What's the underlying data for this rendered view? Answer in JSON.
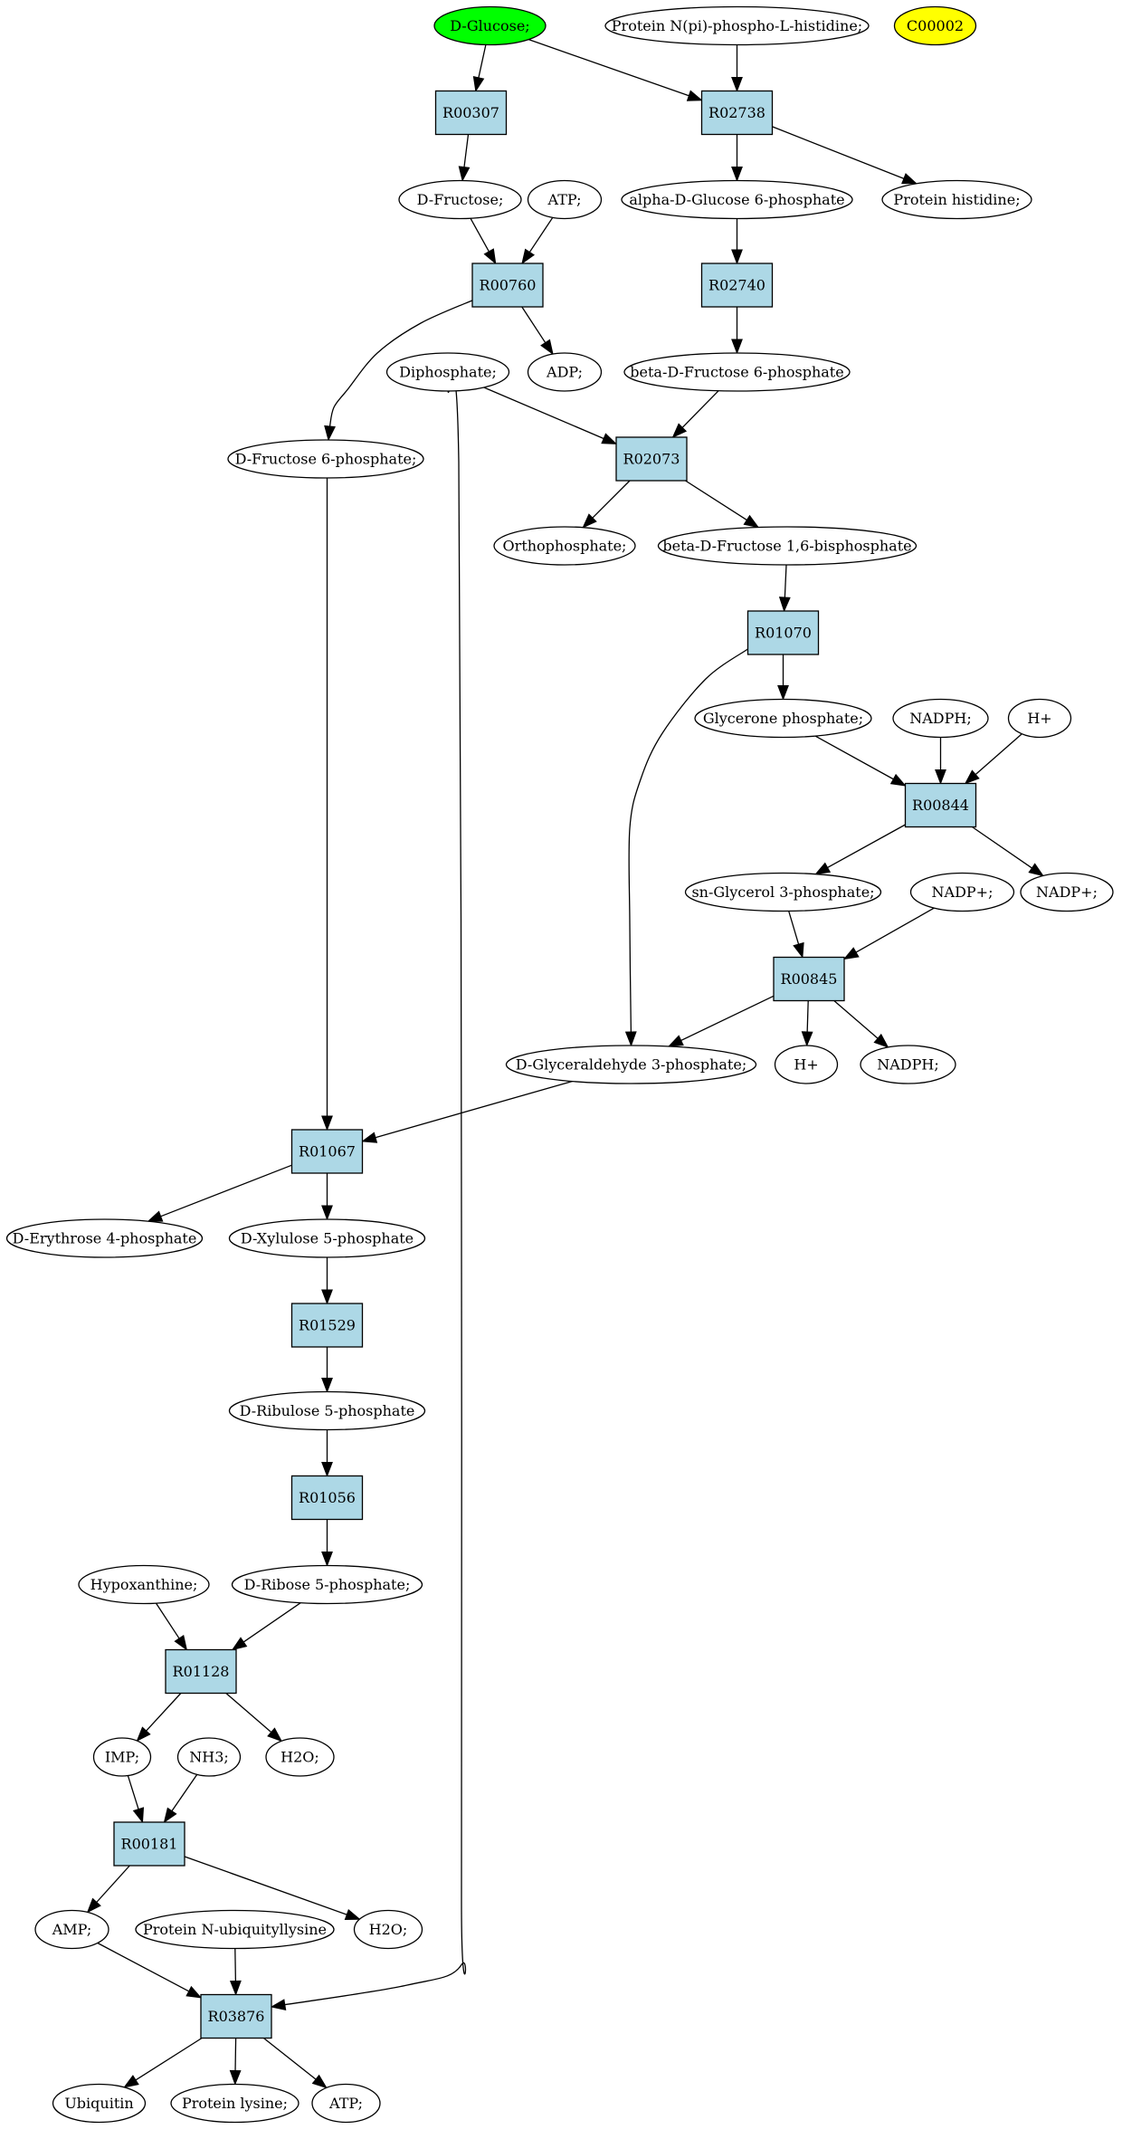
{
  "colors": {
    "reaction_fill": "#add8e6",
    "compound_fill": "#ffffff",
    "highlight_green": "#00ff00",
    "highlight_yellow": "#ffff00",
    "stroke": "#000000"
  },
  "nodes": [
    {
      "id": "d_glucose",
      "kind": "compound",
      "label": "D-Glucose;",
      "fill": "#00ff00"
    },
    {
      "id": "protein_npi_phospho_his",
      "kind": "compound",
      "label": "Protein N(pi)-phospho-L-histidine;"
    },
    {
      "id": "c00002",
      "kind": "compound",
      "label": "C00002",
      "fill": "#ffff00"
    },
    {
      "id": "r00307",
      "kind": "reaction",
      "label": "R00307"
    },
    {
      "id": "r02738",
      "kind": "reaction",
      "label": "R02738"
    },
    {
      "id": "d_fructose",
      "kind": "compound",
      "label": "D-Fructose;"
    },
    {
      "id": "atp_1",
      "kind": "compound",
      "label": "ATP;"
    },
    {
      "id": "alpha_d_glucose_6p",
      "kind": "compound",
      "label": "alpha-D-Glucose 6-phosphate"
    },
    {
      "id": "protein_histidine",
      "kind": "compound",
      "label": "Protein histidine;"
    },
    {
      "id": "r00760",
      "kind": "reaction",
      "label": "R00760"
    },
    {
      "id": "r02740",
      "kind": "reaction",
      "label": "R02740"
    },
    {
      "id": "diphosphate",
      "kind": "compound",
      "label": "Diphosphate;"
    },
    {
      "id": "adp",
      "kind": "compound",
      "label": "ADP;"
    },
    {
      "id": "beta_d_fructose_6p",
      "kind": "compound",
      "label": "beta-D-Fructose 6-phosphate"
    },
    {
      "id": "d_fructose_6p",
      "kind": "compound",
      "label": "D-Fructose 6-phosphate;"
    },
    {
      "id": "r02073",
      "kind": "reaction",
      "label": "R02073"
    },
    {
      "id": "orthophosphate",
      "kind": "compound",
      "label": "Orthophosphate;"
    },
    {
      "id": "beta_d_fructose_16bp",
      "kind": "compound",
      "label": "beta-D-Fructose 1,6-bisphosphate"
    },
    {
      "id": "r01070",
      "kind": "reaction",
      "label": "R01070"
    },
    {
      "id": "glycerone_phosphate",
      "kind": "compound",
      "label": "Glycerone phosphate;"
    },
    {
      "id": "nadph_1",
      "kind": "compound",
      "label": "NADPH;"
    },
    {
      "id": "h_plus_1",
      "kind": "compound",
      "label": "H+"
    },
    {
      "id": "r00844",
      "kind": "reaction",
      "label": "R00844"
    },
    {
      "id": "sn_glycerol_3p",
      "kind": "compound",
      "label": "sn-Glycerol 3-phosphate;"
    },
    {
      "id": "nadp_plus_1",
      "kind": "compound",
      "label": "NADP+;"
    },
    {
      "id": "nadp_plus_2",
      "kind": "compound",
      "label": "NADP+;"
    },
    {
      "id": "r00845",
      "kind": "reaction",
      "label": "R00845"
    },
    {
      "id": "d_glyceraldehyde_3p",
      "kind": "compound",
      "label": "D-Glyceraldehyde 3-phosphate;"
    },
    {
      "id": "h_plus_2",
      "kind": "compound",
      "label": "H+"
    },
    {
      "id": "nadph_2",
      "kind": "compound",
      "label": "NADPH;"
    },
    {
      "id": "r01067",
      "kind": "reaction",
      "label": "R01067"
    },
    {
      "id": "d_erythrose_4p",
      "kind": "compound",
      "label": "D-Erythrose 4-phosphate"
    },
    {
      "id": "d_xylulose_5p",
      "kind": "compound",
      "label": "D-Xylulose 5-phosphate"
    },
    {
      "id": "r01529",
      "kind": "reaction",
      "label": "R01529"
    },
    {
      "id": "d_ribulose_5p",
      "kind": "compound",
      "label": "D-Ribulose 5-phosphate"
    },
    {
      "id": "r01056",
      "kind": "reaction",
      "label": "R01056"
    },
    {
      "id": "hypoxanthine",
      "kind": "compound",
      "label": "Hypoxanthine;"
    },
    {
      "id": "d_ribose_5p",
      "kind": "compound",
      "label": "D-Ribose 5-phosphate;"
    },
    {
      "id": "r01128",
      "kind": "reaction",
      "label": "R01128"
    },
    {
      "id": "imp",
      "kind": "compound",
      "label": "IMP;"
    },
    {
      "id": "nh3",
      "kind": "compound",
      "label": "NH3;"
    },
    {
      "id": "h2o_1",
      "kind": "compound",
      "label": "H2O;"
    },
    {
      "id": "r00181",
      "kind": "reaction",
      "label": "R00181"
    },
    {
      "id": "amp",
      "kind": "compound",
      "label": "AMP;"
    },
    {
      "id": "protein_n_ubiquityllysine",
      "kind": "compound",
      "label": "Protein N-ubiquityllysine"
    },
    {
      "id": "h2o_2",
      "kind": "compound",
      "label": "H2O;"
    },
    {
      "id": "r03876",
      "kind": "reaction",
      "label": "R03876"
    },
    {
      "id": "ubiquitin",
      "kind": "compound",
      "label": "Ubiquitin"
    },
    {
      "id": "protein_lysine",
      "kind": "compound",
      "label": "Protein lysine;"
    },
    {
      "id": "atp_2",
      "kind": "compound",
      "label": "ATP;"
    }
  ],
  "edges": [
    {
      "from": "d_glucose",
      "to": "r00307"
    },
    {
      "from": "d_glucose",
      "to": "r02738"
    },
    {
      "from": "protein_npi_phospho_his",
      "to": "r02738"
    },
    {
      "from": "r00307",
      "to": "d_fructose"
    },
    {
      "from": "r02738",
      "to": "alpha_d_glucose_6p"
    },
    {
      "from": "r02738",
      "to": "protein_histidine"
    },
    {
      "from": "d_fructose",
      "to": "r00760"
    },
    {
      "from": "atp_1",
      "to": "r00760"
    },
    {
      "from": "alpha_d_glucose_6p",
      "to": "r02740"
    },
    {
      "from": "r00760",
      "to": "d_fructose_6p"
    },
    {
      "from": "r00760",
      "to": "adp"
    },
    {
      "from": "r02740",
      "to": "beta_d_fructose_6p"
    },
    {
      "from": "diphosphate",
      "to": "r02073"
    },
    {
      "from": "beta_d_fructose_6p",
      "to": "r02073"
    },
    {
      "from": "diphosphate",
      "to": "r03876"
    },
    {
      "from": "r02073",
      "to": "orthophosphate"
    },
    {
      "from": "r02073",
      "to": "beta_d_fructose_16bp"
    },
    {
      "from": "beta_d_fructose_16bp",
      "to": "r01070"
    },
    {
      "from": "r01070",
      "to": "glycerone_phosphate"
    },
    {
      "from": "r01070",
      "to": "d_glyceraldehyde_3p"
    },
    {
      "from": "glycerone_phosphate",
      "to": "r00844"
    },
    {
      "from": "nadph_1",
      "to": "r00844"
    },
    {
      "from": "h_plus_1",
      "to": "r00844"
    },
    {
      "from": "r00844",
      "to": "sn_glycerol_3p"
    },
    {
      "from": "r00844",
      "to": "nadp_plus_2"
    },
    {
      "from": "sn_glycerol_3p",
      "to": "r00845"
    },
    {
      "from": "nadp_plus_1",
      "to": "r00845"
    },
    {
      "from": "r00845",
      "to": "d_glyceraldehyde_3p"
    },
    {
      "from": "r00845",
      "to": "h_plus_2"
    },
    {
      "from": "r00845",
      "to": "nadph_2"
    },
    {
      "from": "d_fructose_6p",
      "to": "r01067"
    },
    {
      "from": "d_glyceraldehyde_3p",
      "to": "r01067"
    },
    {
      "from": "r01067",
      "to": "d_erythrose_4p"
    },
    {
      "from": "r01067",
      "to": "d_xylulose_5p"
    },
    {
      "from": "d_xylulose_5p",
      "to": "r01529"
    },
    {
      "from": "r01529",
      "to": "d_ribulose_5p"
    },
    {
      "from": "d_ribulose_5p",
      "to": "r01056"
    },
    {
      "from": "r01056",
      "to": "d_ribose_5p"
    },
    {
      "from": "hypoxanthine",
      "to": "r01128"
    },
    {
      "from": "d_ribose_5p",
      "to": "r01128"
    },
    {
      "from": "r01128",
      "to": "imp"
    },
    {
      "from": "r01128",
      "to": "h2o_1"
    },
    {
      "from": "imp",
      "to": "r00181"
    },
    {
      "from": "nh3",
      "to": "r00181"
    },
    {
      "from": "r00181",
      "to": "amp"
    },
    {
      "from": "r00181",
      "to": "h2o_2"
    },
    {
      "from": "amp",
      "to": "r03876"
    },
    {
      "from": "protein_n_ubiquityllysine",
      "to": "r03876"
    },
    {
      "from": "r03876",
      "to": "ubiquitin"
    },
    {
      "from": "r03876",
      "to": "protein_lysine"
    },
    {
      "from": "r03876",
      "to": "atp_2"
    }
  ]
}
